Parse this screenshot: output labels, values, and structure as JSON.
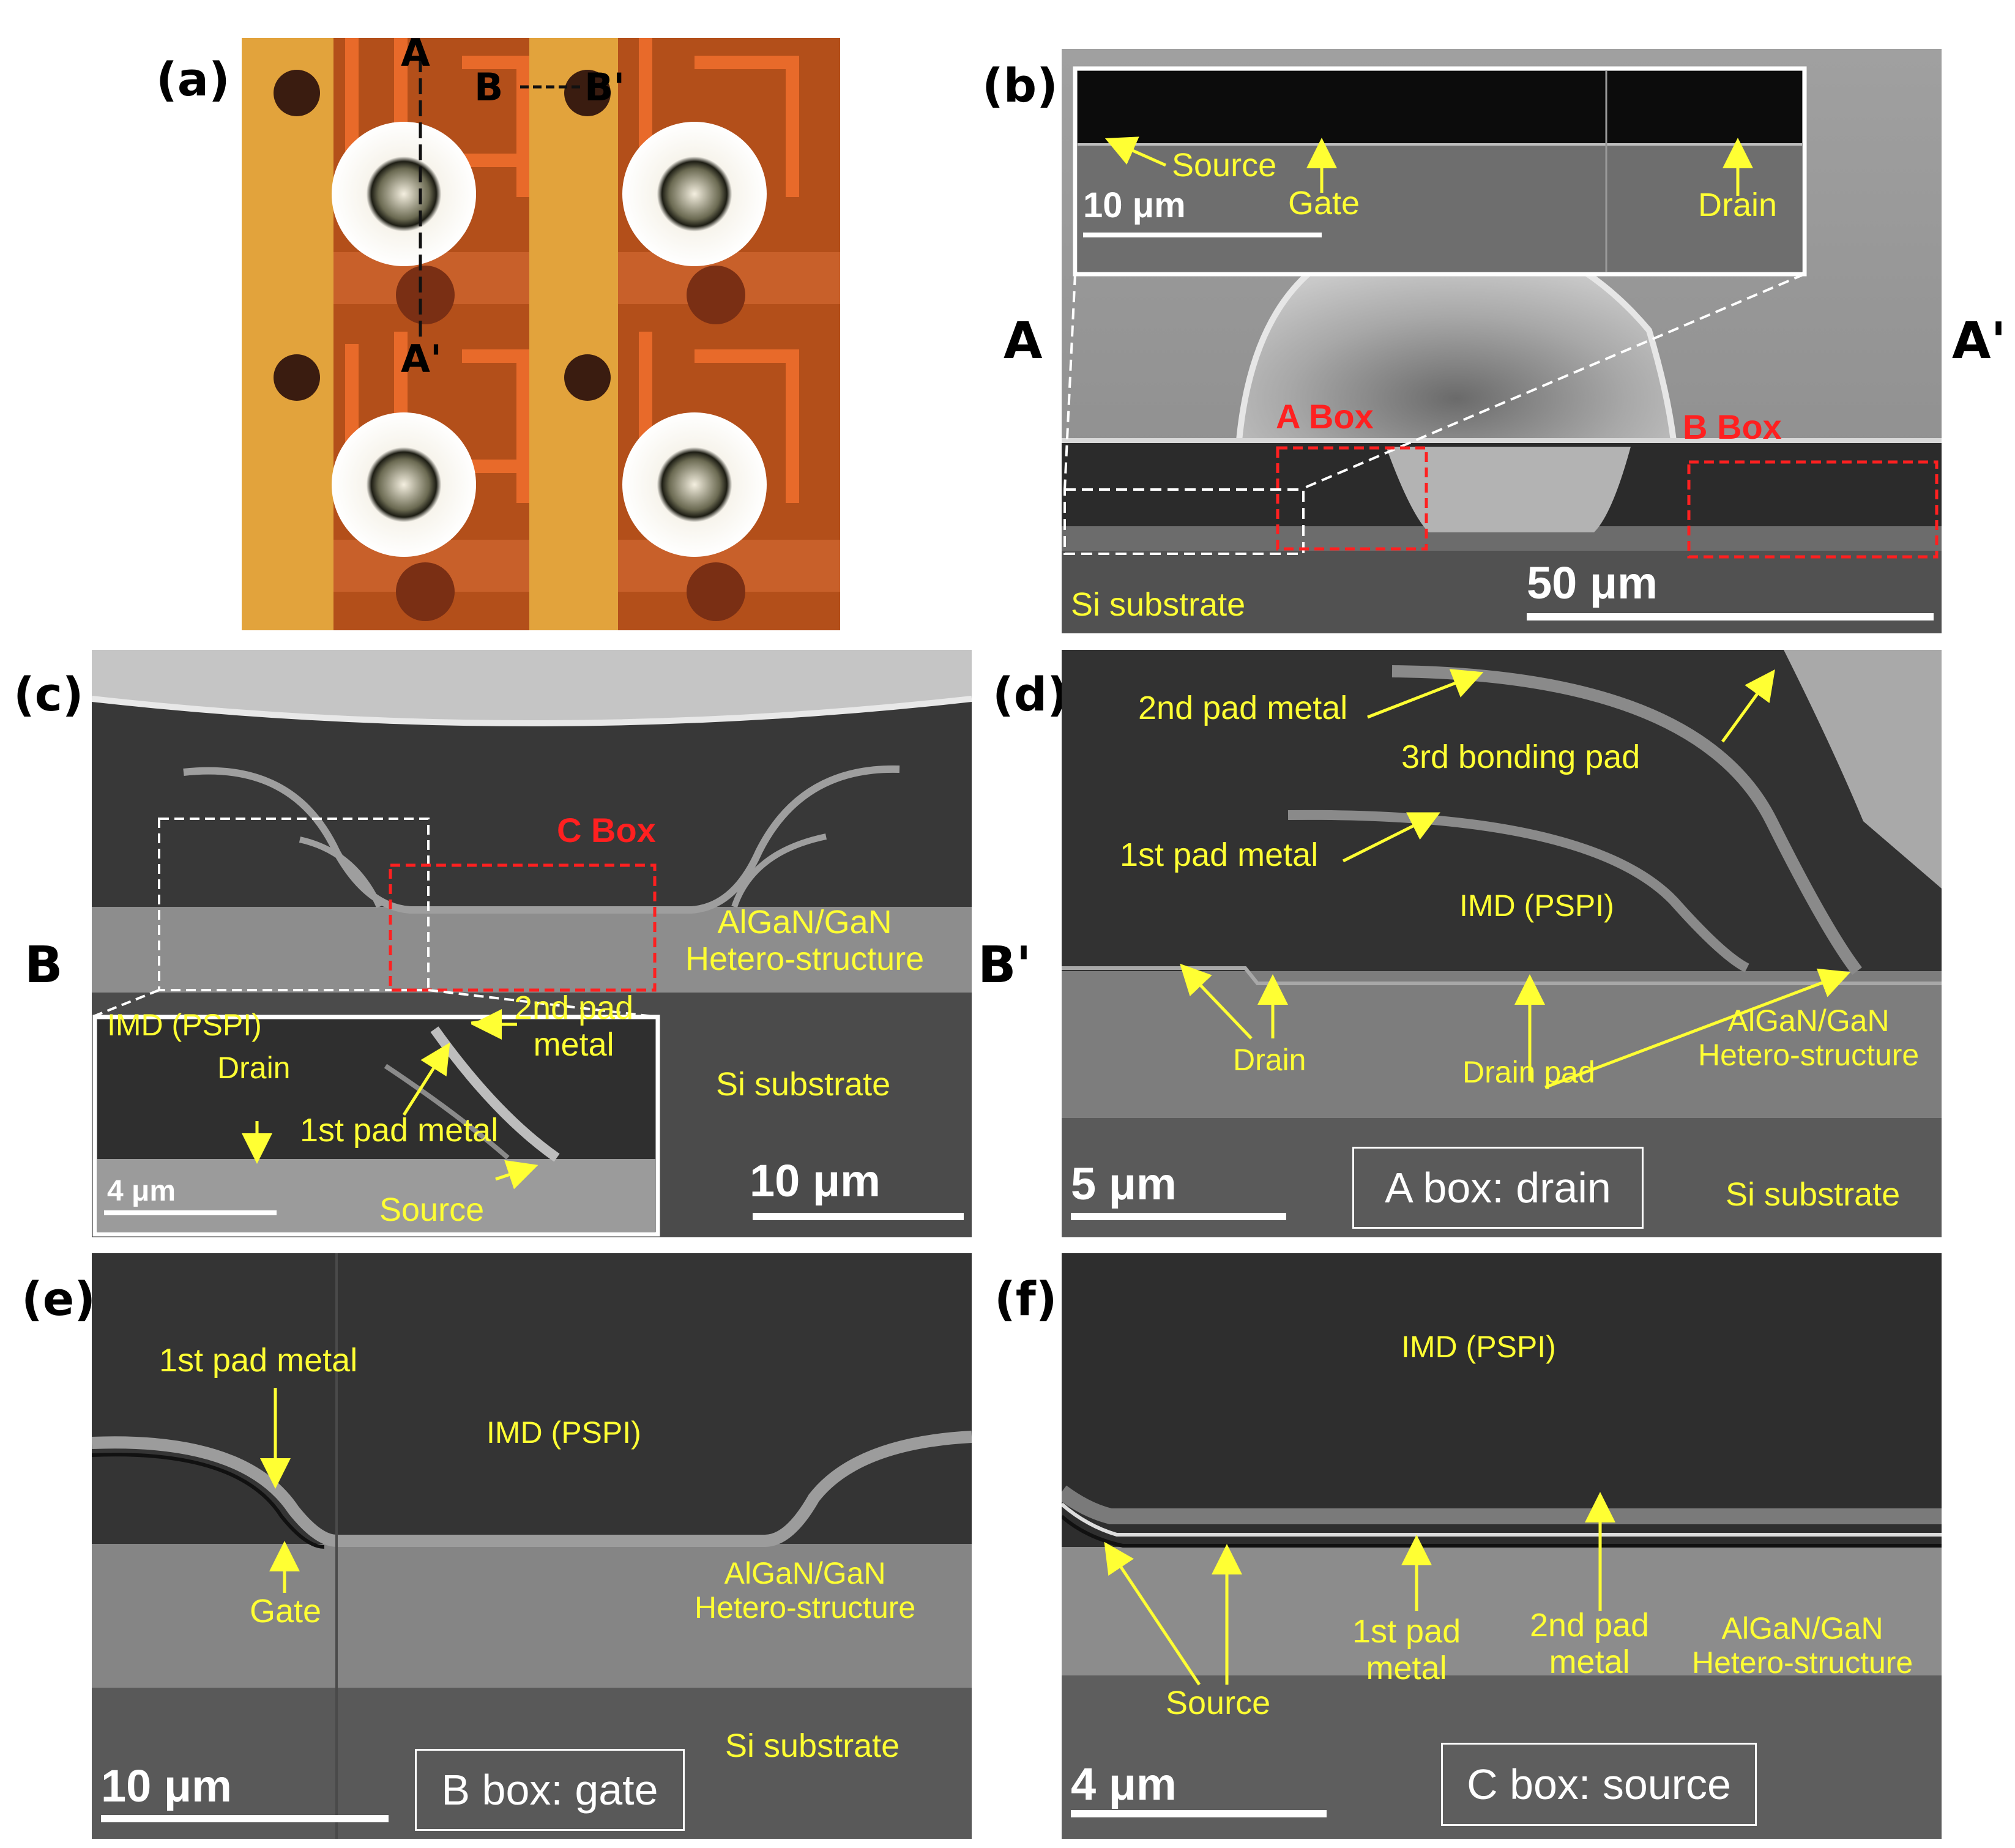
{
  "panels": {
    "a": {
      "label": "(a)",
      "cut_a": "A",
      "cut_a_prime": "A'",
      "cut_b": "B",
      "cut_b_prime": "B'"
    },
    "b": {
      "label": "(b)",
      "side_left": "A",
      "side_right": "A'",
      "inset_scale": "10 μm",
      "inset_source": "Source",
      "inset_gate": "Gate",
      "inset_drain": "Drain",
      "a_box": "A Box",
      "b_box": "B Box",
      "substrate": "Si substrate",
      "scale": "50 μm"
    },
    "c": {
      "label": "(c)",
      "side_left": "B",
      "side_right": "B'",
      "c_box": "C Box",
      "hetero": "AlGaN/GaN\nHetero-structure",
      "substrate": "Si substrate",
      "scale": "10 μm",
      "inset_imd": "IMD (PSPI)",
      "inset_drain": "Drain",
      "inset_2nd": "2nd pad\nmetal",
      "inset_1st": "1st pad metal",
      "inset_source": "Source",
      "inset_scale": "4 μm"
    },
    "d": {
      "label": "(d)",
      "pad2": "2nd pad metal",
      "bonding": "3rd bonding  pad",
      "pad1": "1st pad metal",
      "imd": "IMD (PSPI)",
      "drain": "Drain",
      "drain_pad": "Drain pad",
      "hetero": "AlGaN/GaN\nHetero-structure",
      "scale": "5 μm",
      "box": "A box: drain",
      "substrate": "Si substrate"
    },
    "e": {
      "label": "(e)",
      "pad1": "1st pad metal",
      "imd": "IMD (PSPI)",
      "gate": "Gate",
      "hetero": "AlGaN/GaN\nHetero-structure",
      "substrate": "Si substrate",
      "scale": "10 μm",
      "box": "B box: gate"
    },
    "f": {
      "label": "(f)",
      "imd": "IMD (PSPI)",
      "source": "Source",
      "pad1": "1st pad\nmetal",
      "pad2": "2nd pad\nmetal",
      "hetero": "AlGaN/GaN\nHetero-structure",
      "scale": "4 μm",
      "box": "C box: source"
    }
  }
}
